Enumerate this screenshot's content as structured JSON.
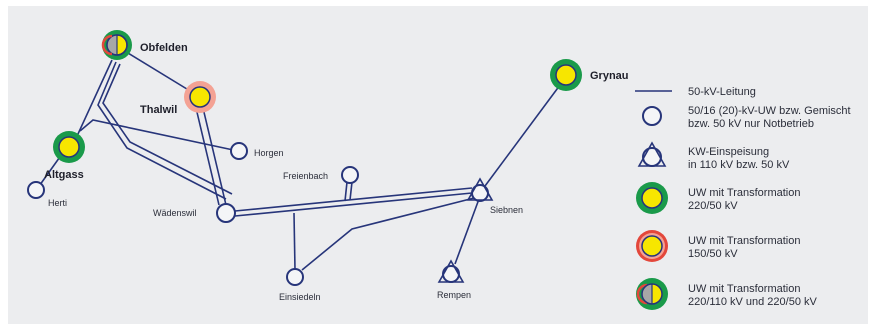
{
  "colors": {
    "background": "#ecedef",
    "line": "#27357a",
    "green": "#1a9a4a",
    "red": "#e3473b",
    "salmon": "#f4a294",
    "yellow": "#f7e600",
    "gray": "#a7a7a7"
  },
  "stations": [
    {
      "id": "obfelden",
      "label": "Obfelden",
      "type": "green-half"
    },
    {
      "id": "thalwil",
      "label": "Thalwil",
      "type": "salmon-yellow"
    },
    {
      "id": "altgass",
      "label": "Altgass",
      "type": "green-yellow"
    },
    {
      "id": "grynau",
      "label": "Grynau",
      "type": "green-yellow"
    },
    {
      "id": "horgen",
      "label": "Horgen",
      "type": "circle"
    },
    {
      "id": "herti",
      "label": "Herti",
      "type": "circle"
    },
    {
      "id": "waedenswil",
      "label": "Wädenswil",
      "type": "circle"
    },
    {
      "id": "freienbach",
      "label": "Freienbach",
      "type": "circle"
    },
    {
      "id": "einsiedeln",
      "label": "Einsiedeln",
      "type": "circle"
    },
    {
      "id": "siebnen",
      "label": "Siebnen",
      "type": "triangle"
    },
    {
      "id": "rempen",
      "label": "Rempen",
      "type": "triangle"
    }
  ],
  "legend": [
    {
      "id": "line",
      "lines": [
        "50-kV-Leitung"
      ]
    },
    {
      "id": "circle",
      "lines": [
        "50/16 (20)-kV-UW bzw. Gemischt",
        "bzw. 50 kV nur Notbetrieb"
      ]
    },
    {
      "id": "triangle",
      "lines": [
        "KW-Einspeisung",
        "in 110 kV bzw. 50 kV"
      ]
    },
    {
      "id": "green",
      "lines": [
        "UW mit Transformation",
        "220/50 kV"
      ]
    },
    {
      "id": "red",
      "lines": [
        "UW mit Transformation",
        "150/50 kV"
      ]
    },
    {
      "id": "greenhalf",
      "lines": [
        "UW mit Transformation",
        "220/110 kV und 220/50 kV"
      ]
    }
  ]
}
